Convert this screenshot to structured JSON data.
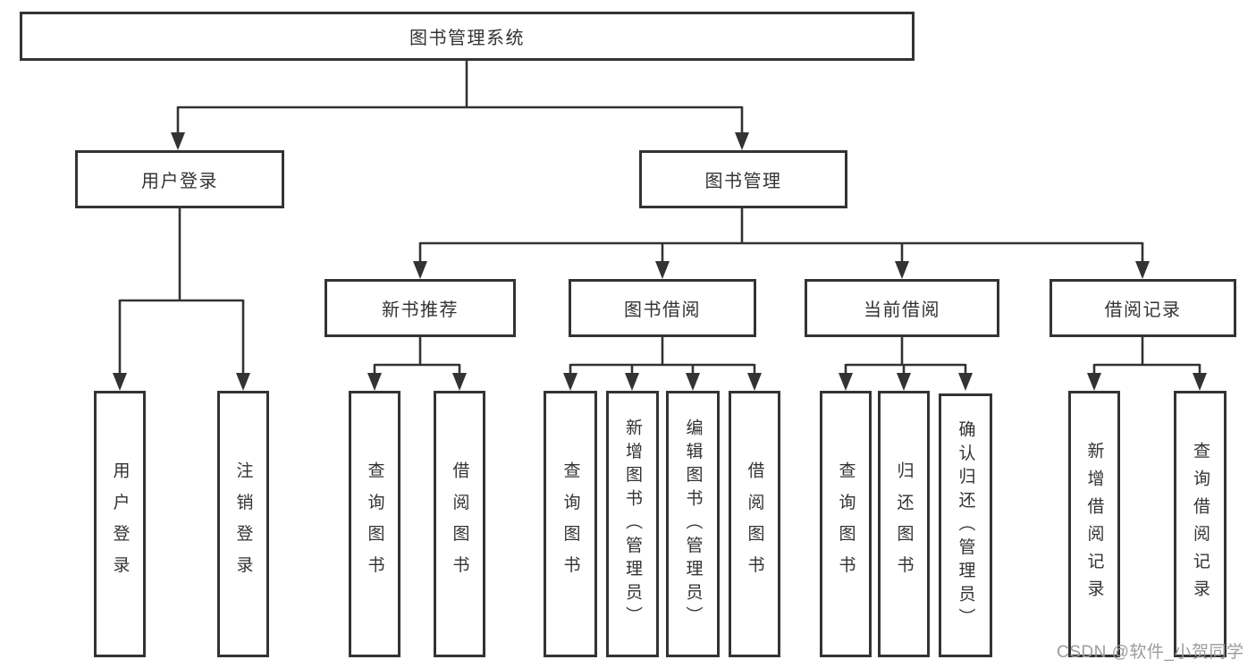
{
  "diagram": {
    "root": {
      "label": "图书管理系统"
    },
    "level2": {
      "user_login": {
        "label": "用户登录"
      },
      "book_management": {
        "label": "图书管理"
      }
    },
    "user_login_children": [
      {
        "label": "用户登录"
      },
      {
        "label": "注销登录"
      }
    ],
    "modules": [
      {
        "label": "新书推荐",
        "children": [
          {
            "label": "查询图书"
          },
          {
            "label": "借阅图书"
          }
        ]
      },
      {
        "label": "图书借阅",
        "children": [
          {
            "label": "查询图书"
          },
          {
            "label": "新增图书（管理员）"
          },
          {
            "label": "编辑图书（管理员）"
          },
          {
            "label": "借阅图书"
          }
        ]
      },
      {
        "label": "当前借阅",
        "children": [
          {
            "label": "查询图书"
          },
          {
            "label": "归还图书"
          },
          {
            "label": "确认归还（管理员）"
          }
        ]
      },
      {
        "label": "借阅记录",
        "children": [
          {
            "label": "新增借阅记录"
          },
          {
            "label": "查询借阅记录"
          }
        ]
      }
    ]
  },
  "watermark": {
    "text": "CSDN @软件_小贺同学"
  },
  "colors": {
    "line": "#333333",
    "box_border": "#333333",
    "text": "#333333",
    "watermark": "#9c9c9c",
    "background": "#ffffff"
  }
}
